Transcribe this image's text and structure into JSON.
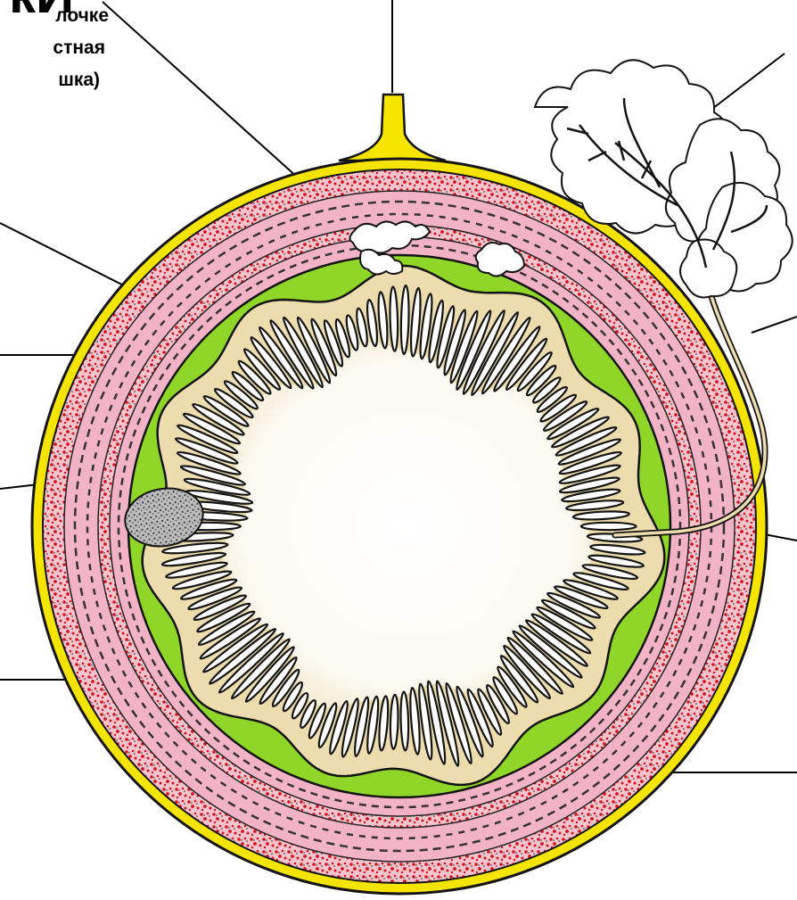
{
  "title_fragment": "кИ",
  "label_lines": [
    "лочке",
    "стная",
    "шка)"
  ],
  "colors": {
    "serosa": "#f5e400",
    "outer_band": "#f2b3c6",
    "red_speckle": "#d4141c",
    "submucosa": "#8fd628",
    "mucosa": "#ecdcae",
    "lumen": "#ffffff",
    "outline": "#141414",
    "lymph_nodule": "#8a8a8a"
  },
  "icons": [
    "lymph-nodule-icon",
    "gland-icon",
    "pancreas-lobule-icon"
  ]
}
